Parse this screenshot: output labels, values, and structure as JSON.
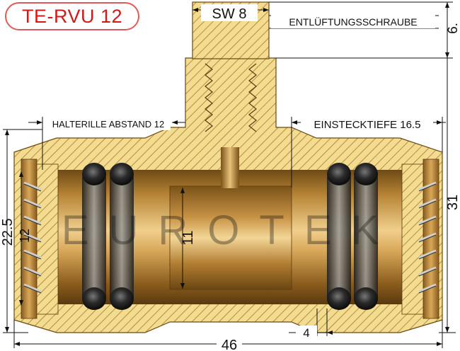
{
  "title": "TE-RVU 12",
  "watermark": "EUROTEK",
  "labels": {
    "wrench_size": "SW 8",
    "vent_screw": "ENTLÜFTUNGSSCHRAUBE",
    "groove_distance": "HALTERILLE ABSTAND 12",
    "insertion_depth": "EINSTECKTIEFE 16.5"
  },
  "dimensions": {
    "total_length": "46",
    "total_height": "31",
    "screw_height": "6.",
    "outer_diameter": "22.5",
    "inner_diameter": "12",
    "bore_diameter": "11",
    "ring_width": "4"
  },
  "colors": {
    "brass_light": "#f2d98a",
    "brass_dark": "#a8741e",
    "hatch": "#8a6420",
    "accent_red": "#d31818",
    "dimension_line": "#111111"
  }
}
